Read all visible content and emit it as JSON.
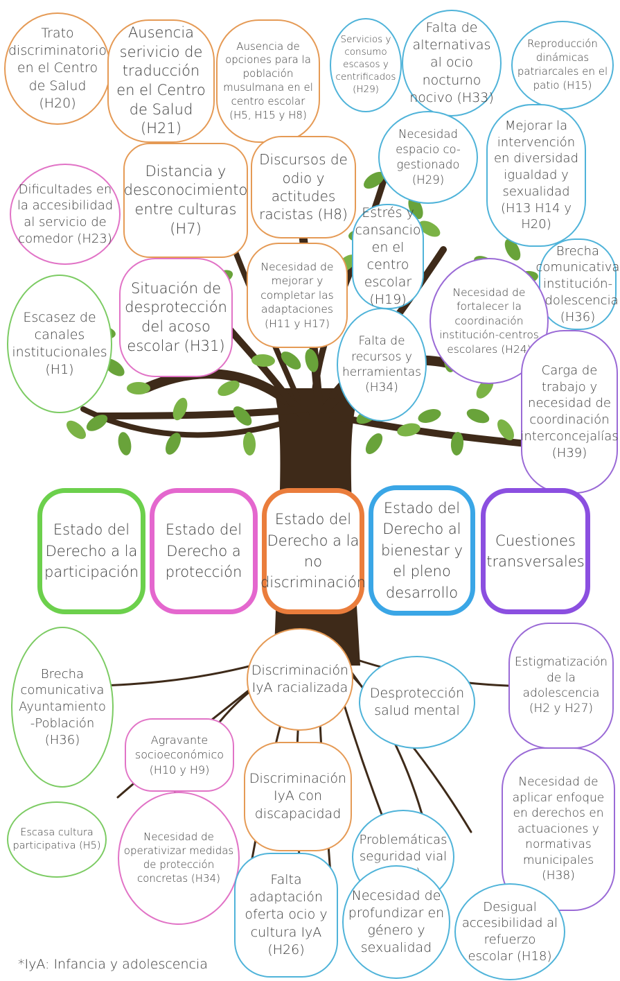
{
  "main_categories": {
    "participacion": "Estado del Derecho a la participación",
    "proteccion": "Estado del Derecho a protección",
    "no_discriminacion": "Estado del Derecho a la no discriminación",
    "bienestar": "Estado del Derecho al bienestar y el pleno desarrollo",
    "transversales": "Cuestiones transversales"
  },
  "branches": {
    "trato": "Trato discriminatorio en el Centro de Salud (H20)",
    "traduccion": "Ausencia serivicio de traducción en el Centro de Salud (H21)",
    "musulmana": "Ausencia de opciones para la población musulmana en el centro escolar (H5, H15 y H8)",
    "servicios": "Servicios y consumo escasos y centrificados (H29)",
    "ocio_nocturno": "Falta de alternativas al ocio nocturno nocivo (H33)",
    "patriarcales": "Reproducción dinámicas patriarcales en el patio (H15)",
    "cogestionado": "Necesidad espacio co-gestionado (H29)",
    "diversidad": "Mejorar la intervención en diversidad igualdad y sexualidad (H13 H14 y H20)",
    "comedor": "Dificultades en la accesibilidad al servicio de comedor (H23)",
    "distancia": "Distancia y desconocimiento entre culturas (H7)",
    "odio": "Discursos de odio y actitudes racistas (H8)",
    "estres": "Estrés y cansancio en el centro escolar (H19)",
    "brecha_inst": "Brecha comunicativa institución-adolescencia (H36)",
    "escasez": "Escasez de canales institucionales (H1)",
    "acoso": "Situación de desprotección del acoso escolar (H31)",
    "adaptaciones": "Necesidad de mejorar y completar las adaptaciones (H11 y H17)",
    "coordinacion": "Necesidad de fortalecer la coordinación institución-centros escolares (H24)",
    "recursos": "Falta de recursos y herramientas (H34)",
    "carga": "Carga de trabajo y necesidad de coordinación interconcejalías (H39)"
  },
  "roots": {
    "brecha_ayto": "Brecha comunicativa Ayuntamiento -Población (H36)",
    "racializada": "Discriminación IyA racializada",
    "salud_mental": "Desprotección salud mental",
    "estigmatizacion": "Estigmatización de la adolescencia (H2 y H27)",
    "agravante": "Agravante socioeconómico (H10 y H9)",
    "discapacidad": "Discriminación IyA con discapacidad",
    "enfoque": "Necesidad de aplicar enfoque en derechos en actuaciones y normativas municipales (H38)",
    "cultura_part": "Escasa cultura participativa (H5)",
    "medidas": "Necesidad de operativizar medidas de protección concretas (H34)",
    "seguridad_vial": "Problemáticas seguridad vial (H30)",
    "oferta_ocio": "Falta adaptación oferta ocio y cultura IyA (H26)",
    "genero": "Necesidad de profundizar en género y sexualidad",
    "refuerzo": "Desigual accesibilidad al refuerzo escolar (H18)"
  },
  "footnote": "*IyA: Infancia y adolescencia",
  "colors": {
    "participacion": "#6cd04c",
    "proteccion": "#e467ce",
    "no_discriminacion": "#ea7d3c",
    "bienestar": "#3aa6e6",
    "transversales": "#8b4fe0",
    "tree": "#3e2a19",
    "leaf": "#69a33a"
  }
}
